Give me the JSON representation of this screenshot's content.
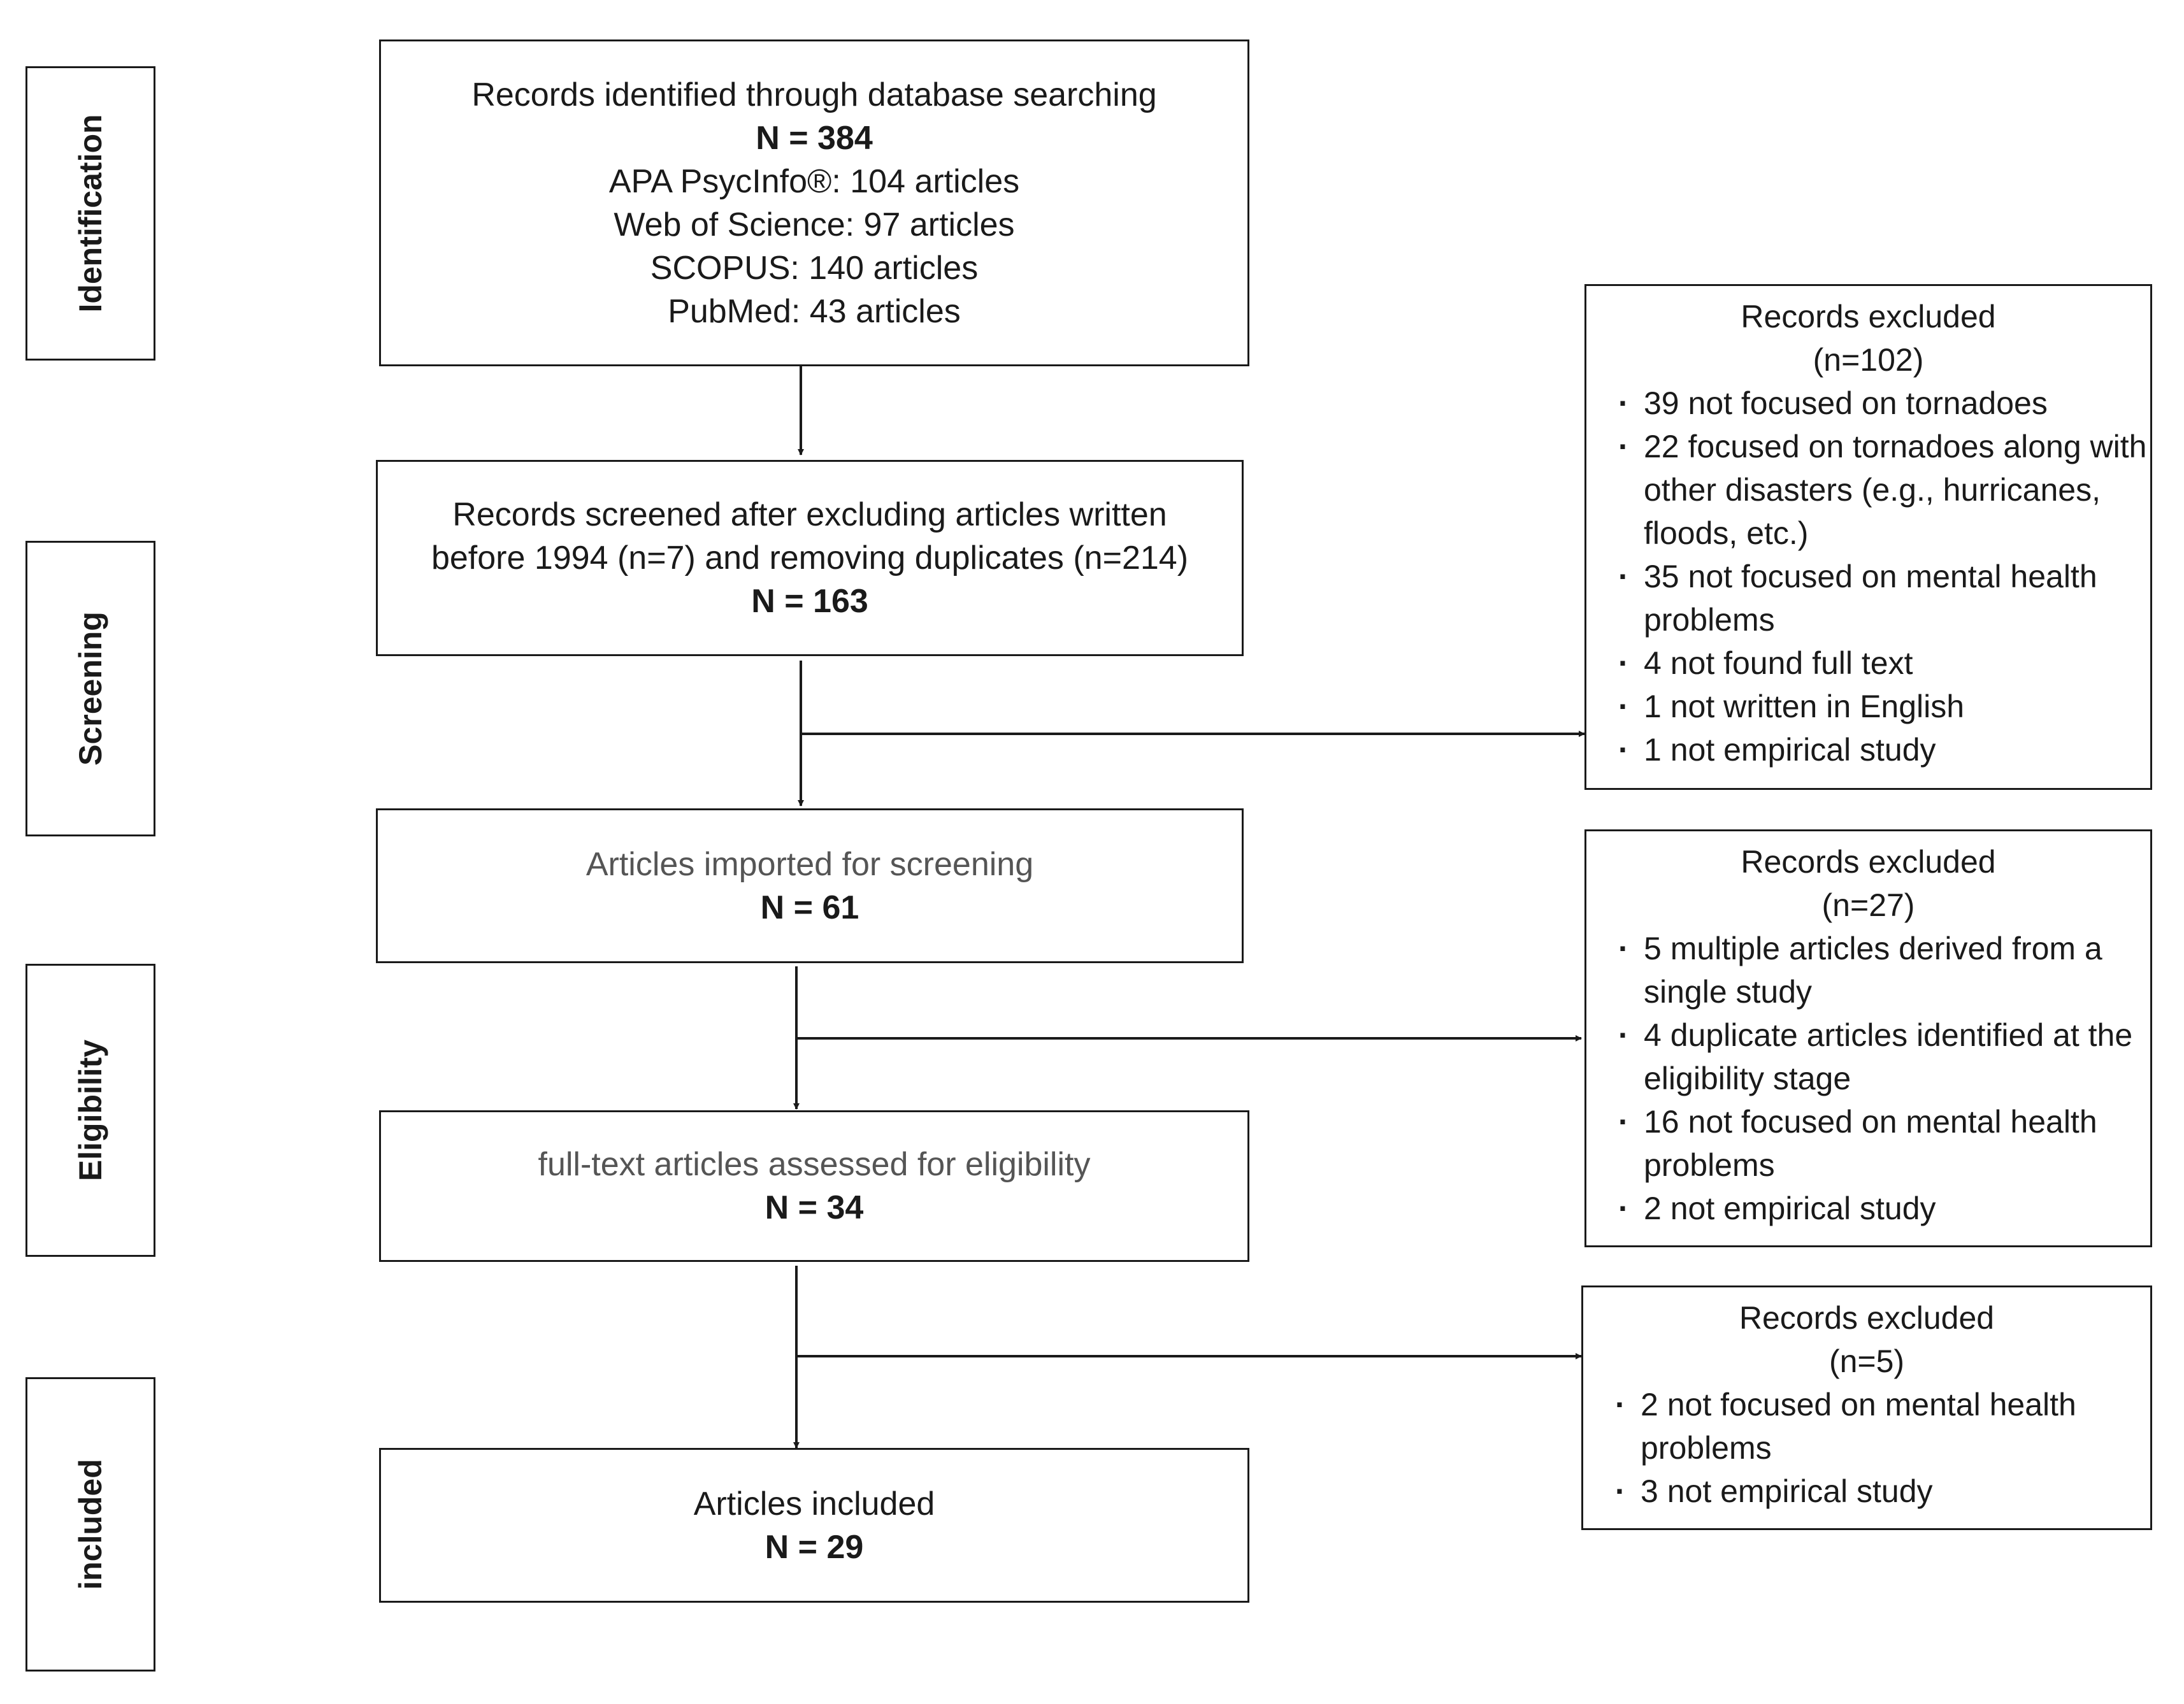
{
  "stages": [
    {
      "id": "identification",
      "label": "Identification"
    },
    {
      "id": "screening",
      "label": "Screening"
    },
    {
      "id": "eligibility",
      "label": "Eligibility"
    },
    {
      "id": "included",
      "label": "included"
    }
  ],
  "identified": {
    "lines": [
      "Records identified through database searching",
      "N = 384",
      "APA PsycInfo®: 104 articles",
      "Web of Science: 97 articles",
      "SCOPUS: 140 articles",
      "PubMed: 43 articles"
    ]
  },
  "screened": {
    "lines": [
      "Records screened after excluding articles written",
      "before 1994 (n=7) and removing duplicates (n=214)",
      "N = 163"
    ]
  },
  "imported": {
    "lines": [
      "Articles imported for screening",
      "N = 61"
    ]
  },
  "assessed": {
    "lines": [
      "full-text articles assessed for eligibility",
      "N = 34"
    ]
  },
  "included": {
    "lines": [
      "Articles included",
      "N = 29"
    ]
  },
  "excluded_1": {
    "title": "Records excluded",
    "count": "(n=102)",
    "items": [
      "39 not focused on tornadoes",
      "22 focused on tornadoes along with other disasters (e.g., hurricanes, floods, etc.)",
      "35 not focused on mental health problems",
      "4 not found full text",
      "1 not written in English",
      "1 not empirical study"
    ]
  },
  "excluded_2": {
    "title": "Records excluded",
    "count": "(n=27)",
    "items": [
      "5 multiple articles derived from a single study",
      "4 duplicate articles identified at the eligibility stage",
      "16 not focused on mental health problems",
      "2 not empirical study"
    ]
  },
  "excluded_3": {
    "title": "Records excluded",
    "count": "(n=5)",
    "items": [
      "2 not focused on mental health problems",
      "3 not empirical study"
    ]
  }
}
